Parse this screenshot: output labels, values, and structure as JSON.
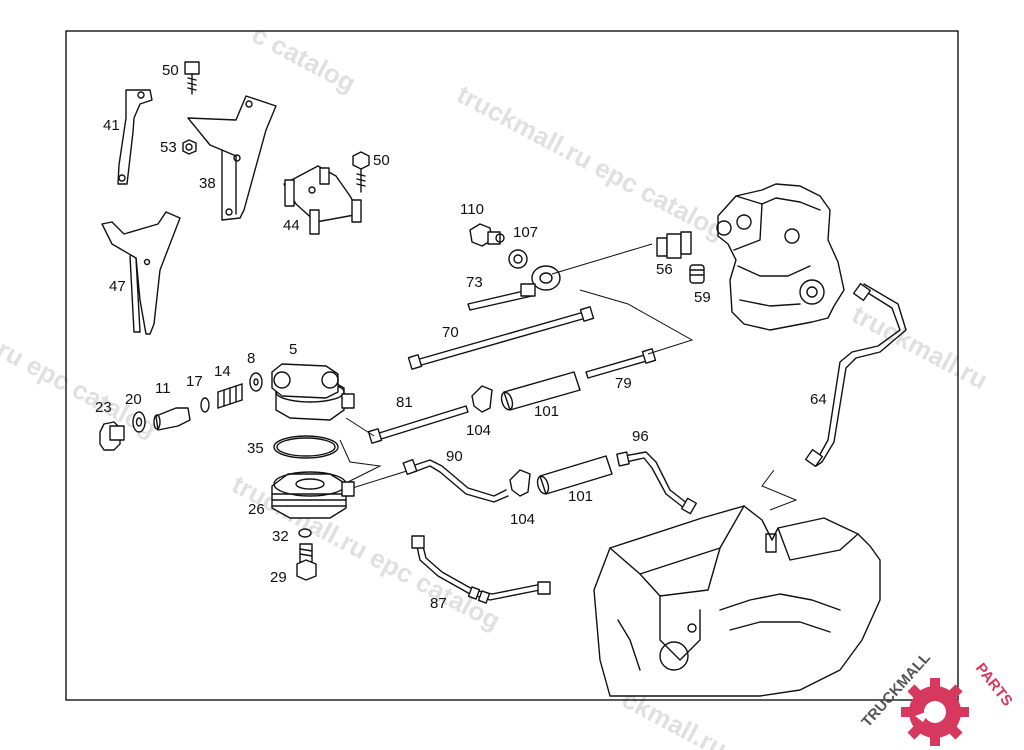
{
  "diagram": {
    "part_labels": {
      "p50a": "50",
      "p41": "41",
      "p53": "53",
      "p38": "38",
      "p50b": "50",
      "p44": "44",
      "p47": "47",
      "p110": "110",
      "p107": "107",
      "p73": "73",
      "p56": "56",
      "p59": "59",
      "p70": "70",
      "p5": "5",
      "p8": "8",
      "p14": "14",
      "p17": "17",
      "p11": "11",
      "p20": "20",
      "p23": "23",
      "p79": "79",
      "p81": "81",
      "p104a": "104",
      "p101a": "101",
      "p64": "64",
      "p35": "35",
      "p90": "90",
      "p96": "96",
      "p26": "26",
      "p101b": "101",
      "p104b": "104",
      "p32": "32",
      "p29": "29",
      "p87": "87"
    }
  },
  "watermark": {
    "text_a": "truckmall.ru epc catalog",
    "text_b": "c catalog",
    "text_c": "ru epc catalog",
    "text_d": "truckmall.ru epc catalog",
    "text_e": "truckmall.ru",
    "text_f": "ckmall.ru",
    "color": "#c8c8c8"
  },
  "logo": {
    "text_dark": "TRUCKMALL",
    "text_accent": "PARTS",
    "accent_color": "#d7385e",
    "dark_color": "#555555"
  }
}
